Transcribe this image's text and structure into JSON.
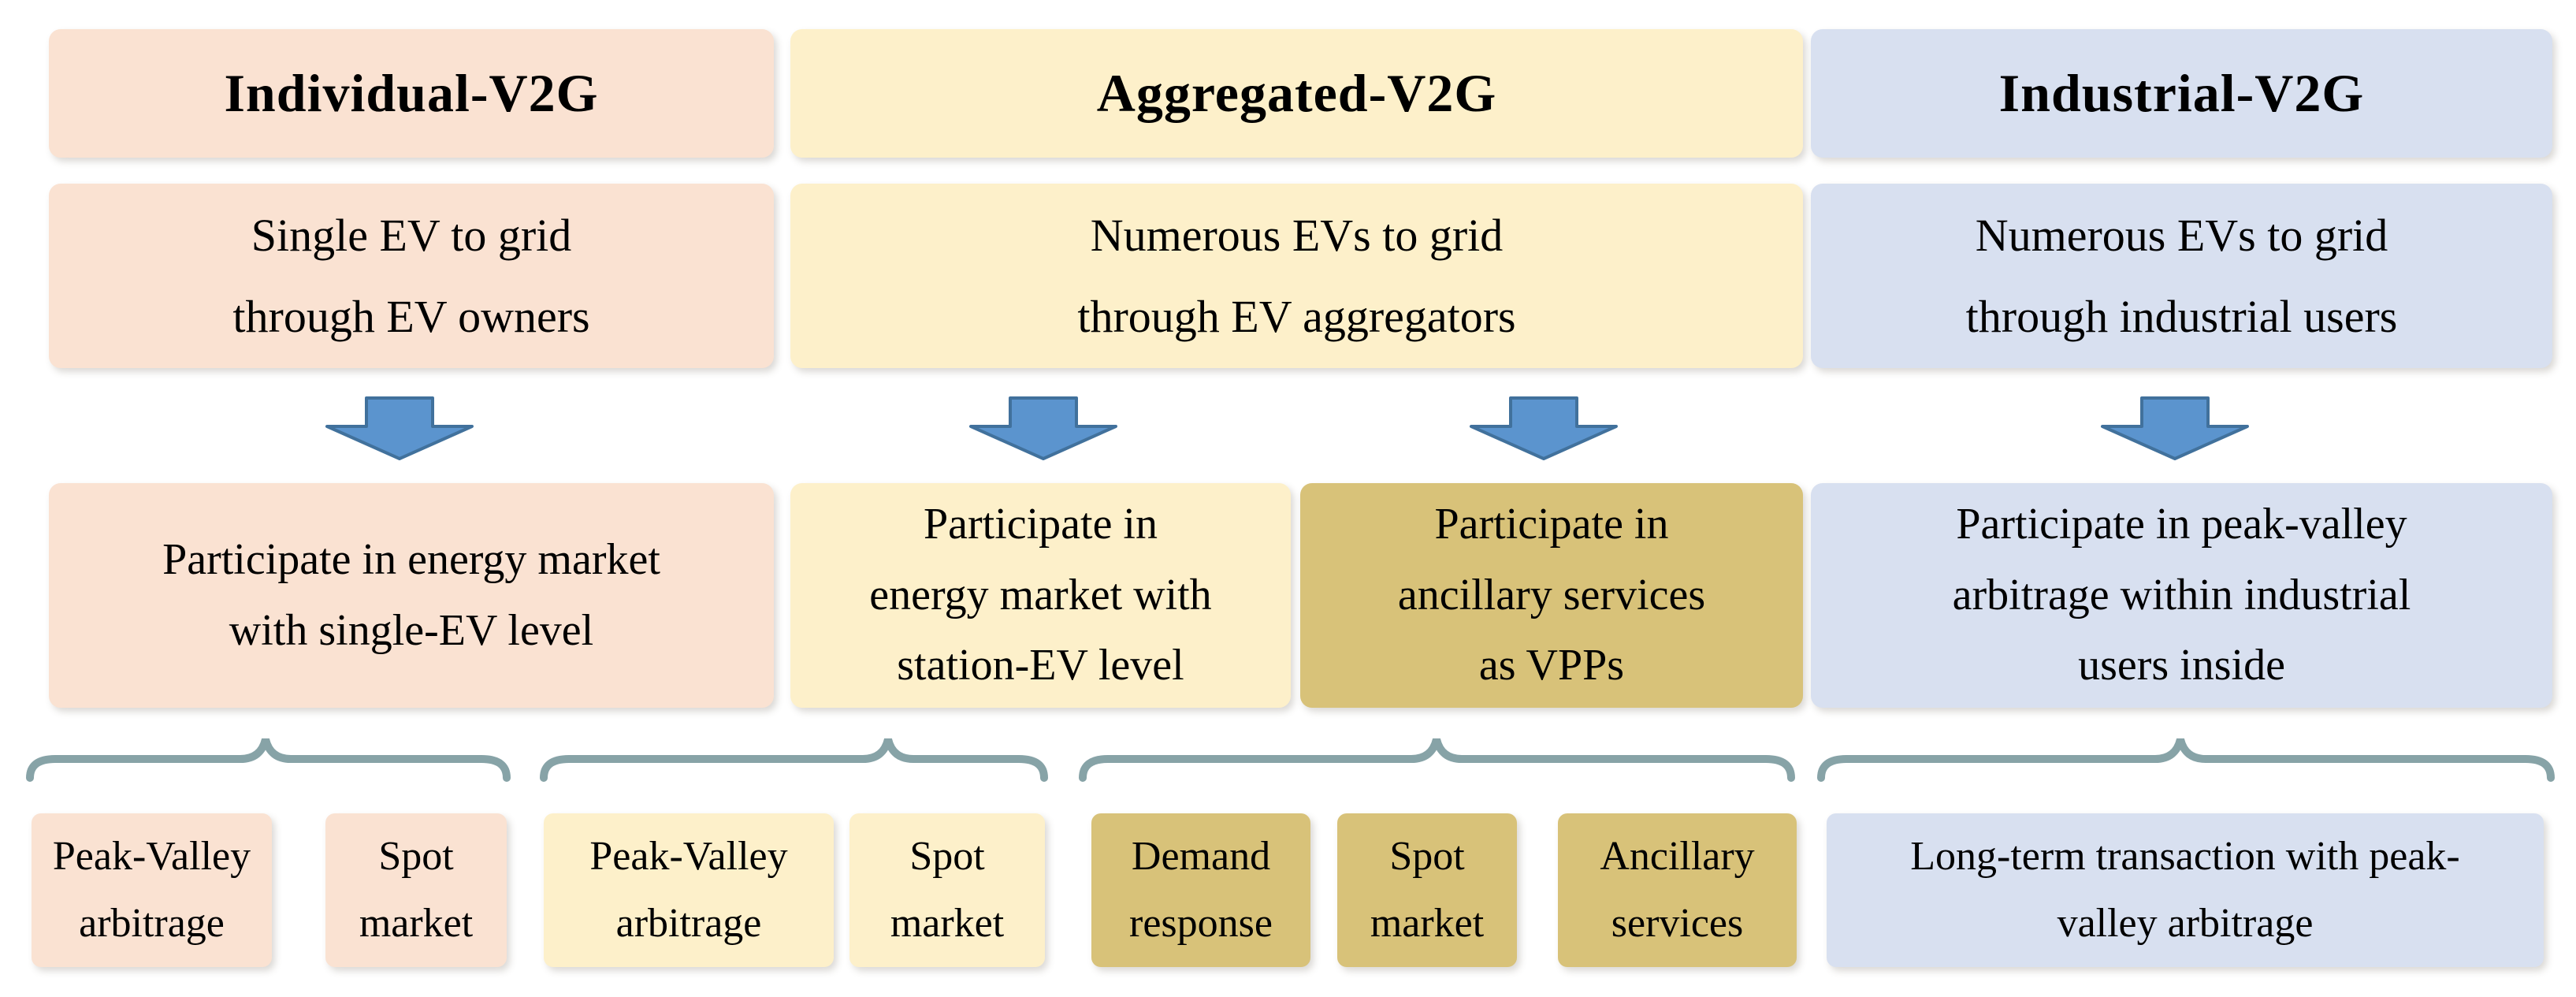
{
  "colors": {
    "peach": "#FAE2D2",
    "yellow": "#FDF0CA",
    "gold": "#D8C279",
    "blue": "#D8E0F0",
    "arrow_fill": "#5B94CE",
    "arrow_stroke": "#41719C",
    "brace": "#87A3A7",
    "text": "#000000",
    "background": "#FFFFFF"
  },
  "columns": [
    {
      "title": "Individual-V2G",
      "description": "Single EV to grid\nthrough EV owners",
      "branches": [
        {
          "participation": "Participate in energy market\nwith single-EV level",
          "markets": [
            "Peak-Valley\narbitrage",
            "Spot\nmarket"
          ]
        }
      ]
    },
    {
      "title": "Aggregated-V2G",
      "description": "Numerous EVs to grid\nthrough EV aggregators",
      "branches": [
        {
          "participation": "Participate in\nenergy market with\nstation-EV level",
          "markets": [
            "Peak-Valley\narbitrage",
            "Spot\nmarket"
          ]
        },
        {
          "participation": "Participate in\nancillary services\nas VPPs",
          "markets": [
            "Demand\nresponse",
            "Spot\nmarket",
            "Ancillary\nservices"
          ]
        }
      ]
    },
    {
      "title": "Industrial-V2G",
      "description": "Numerous EVs to grid\nthrough industrial users",
      "branches": [
        {
          "participation": "Participate in peak-valley\narbitrage within industrial\nusers inside",
          "markets": [
            "Long-term transaction with peak-\nvalley arbitrage"
          ]
        }
      ]
    }
  ]
}
